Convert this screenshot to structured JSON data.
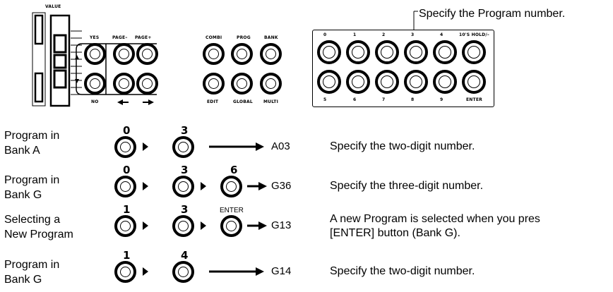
{
  "panel": {
    "value_label": "VALUE",
    "yes": "YES",
    "no": "NO",
    "page_minus": "PAGE–",
    "page_plus": "PAGE+",
    "combi": "COMBI",
    "prog": "PROG",
    "bank": "BANK",
    "edit": "EDIT",
    "global": "GLOBAL",
    "multi": "MULTI",
    "numeric_top": [
      "0",
      "1",
      "2",
      "3",
      "4",
      "10'S HOLD/–"
    ],
    "numeric_bottom": [
      "5",
      "6",
      "7",
      "8",
      "9",
      "ENTER"
    ],
    "callout": "Specify the Program number."
  },
  "rows": [
    {
      "label_line1": "Program in",
      "label_line2": "Bank A",
      "keys": [
        "0",
        "3"
      ],
      "result": "A03",
      "note_line1": "Specify the two-digit number.",
      "note_line2": ""
    },
    {
      "label_line1": "Program in",
      "label_line2": "Bank G",
      "keys": [
        "0",
        "3",
        "6"
      ],
      "result": "G36",
      "note_line1": "Specify the three-digit number.",
      "note_line2": ""
    },
    {
      "label_line1": "Selecting a",
      "label_line2": "New Program",
      "keys": [
        "1",
        "3",
        "ENTER"
      ],
      "result": "G13",
      "note_line1": "A new Program is selected when you pres",
      "note_line2": "[ENTER] button (Bank G)."
    },
    {
      "label_line1": "Program in",
      "label_line2": "Bank G",
      "keys": [
        "1",
        "4"
      ],
      "result": "G14",
      "note_line1": "Specify the two-digit number.",
      "note_line2": ""
    }
  ]
}
